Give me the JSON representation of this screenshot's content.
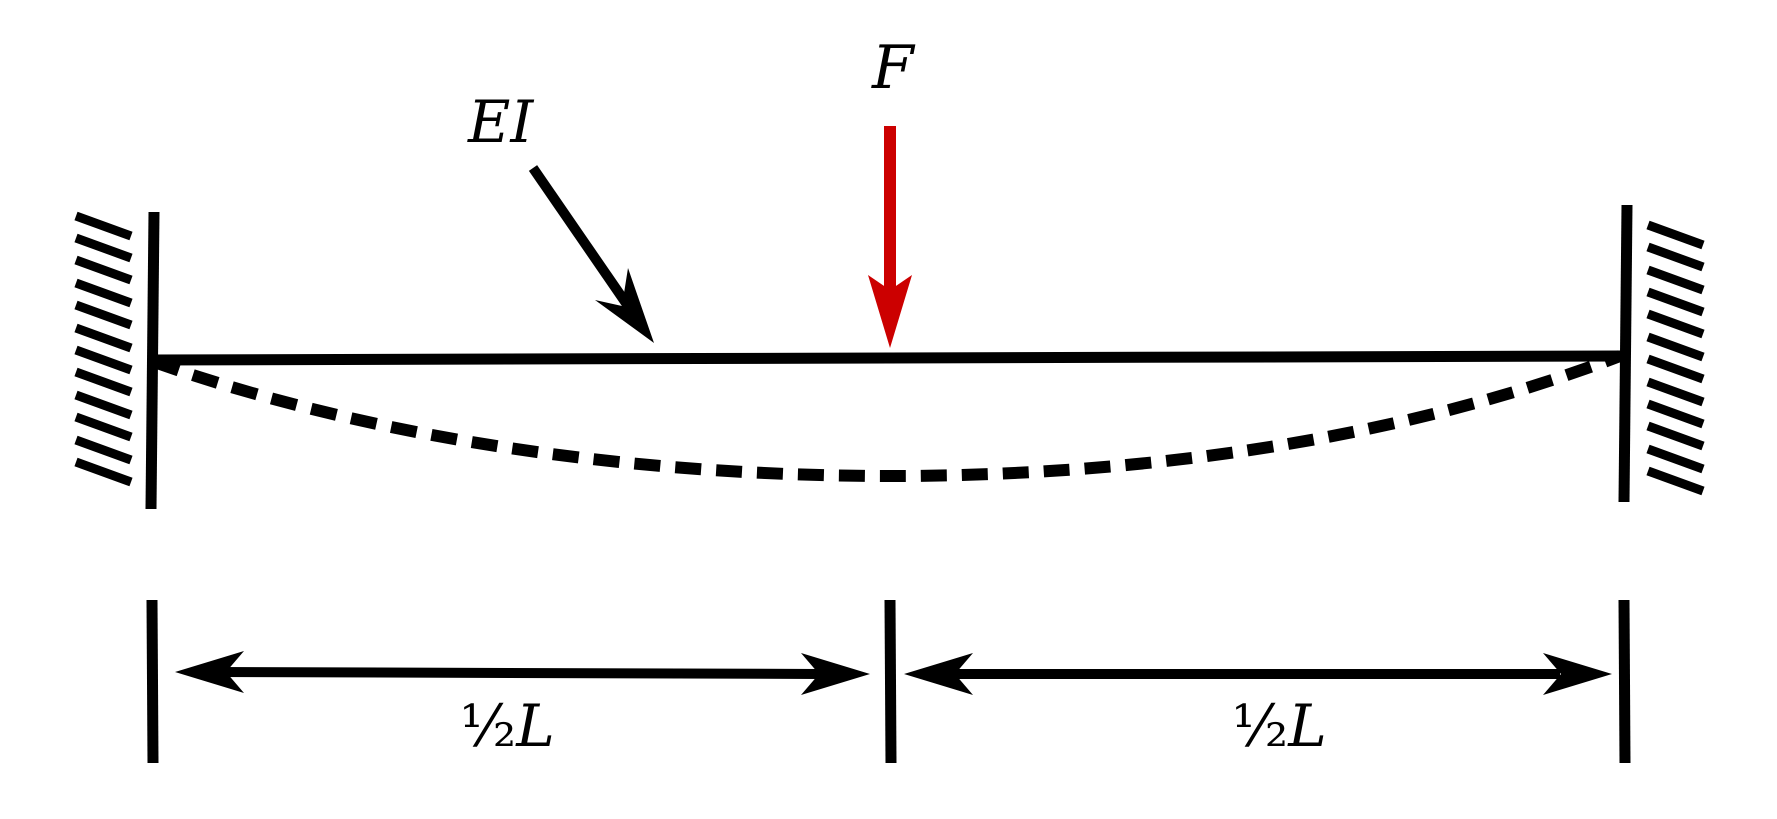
{
  "diagram": {
    "load_label": "F",
    "stiffness_label": "EI",
    "left_span": {
      "fraction": "½",
      "symbol": "L"
    },
    "right_span": {
      "fraction": "½",
      "symbol": "L"
    }
  },
  "colors": {
    "structure": "#000000",
    "load_arrow": "#cc0000",
    "background": "#ffffff"
  },
  "supports": {
    "left": "fixed",
    "right": "fixed"
  }
}
